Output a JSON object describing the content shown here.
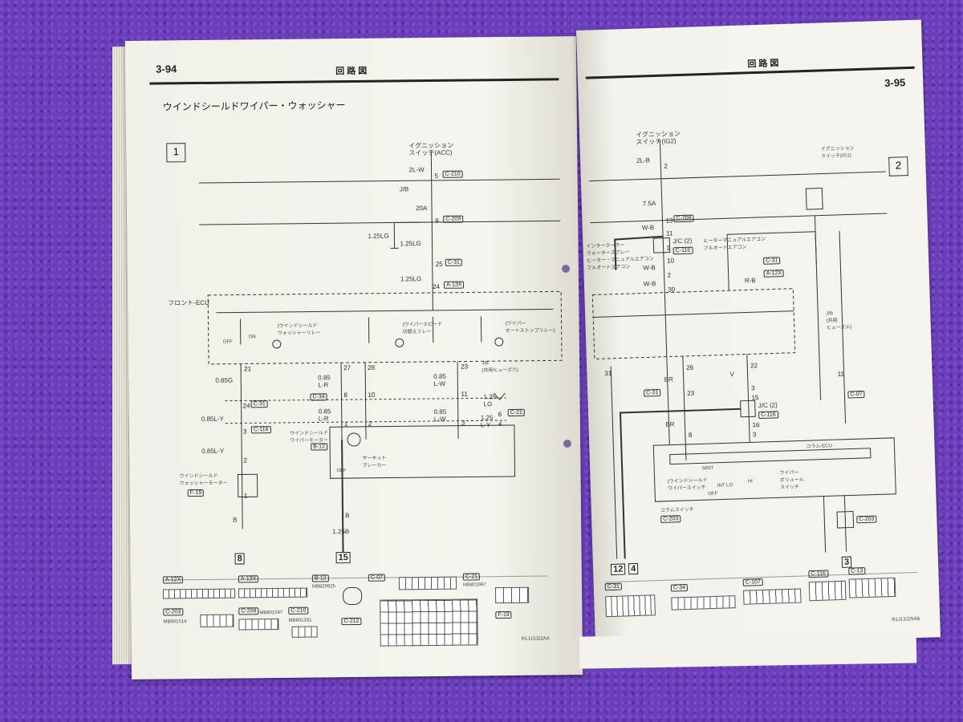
{
  "left_page": {
    "page_number": "3-94",
    "header": "回路図",
    "title": "ウインドシールドワイパー・ウォッシャー",
    "section_box": "1",
    "labels": {
      "ign_switch": "イグニッション\nスイッチ(ACC)",
      "wire_2lw": "2L-W",
      "jb": "J/B",
      "fuse": "20A",
      "wire_125lg_a": "1.25LG",
      "wire_125lg_b": "1.25LG",
      "wire_125lg_c": "1.25LG",
      "front_ecu": "フロント-ECU",
      "washer_relay": "(ウインドシールド\nウォッシャーリレー",
      "wiper_speed": "(ワイパースピード\n切替えリレー",
      "wiper_auto": "(ワイパー\nオートストップリレー)",
      "off": "OFF",
      "on": "ON",
      "wire_085g": "0.85G",
      "wire_085ly_a": "0.85L-Y",
      "wire_085ly_b": "0.85L-Y",
      "wire_085lr_a": "0.85\nL-R",
      "wire_085lr_b": "0.85\nL-R",
      "wire_085lw_a": "0.85\nL-W",
      "wire_085lw_b": "0.85\nL-W",
      "wire_125lg_d": "1.25\nLG",
      "wire_125ly": "1.25\nL-Y",
      "jb_fuse7": "J/B\n(共用ヒューズ⑦)",
      "washer_motor": "ウインドシールド\nウォッシャーモーター",
      "wiper_motor": "ウインドシールド\nワイパーモーター",
      "circuit_breaker": "サーキット\nブレーカー",
      "wire_b_a": "B",
      "wire_b_b": "B",
      "wire_b_c": "B",
      "wire_125b": "1.25B",
      "term8": "8",
      "term15": "15",
      "footer_code": "R1J13J22AA"
    },
    "pins": [
      "5",
      "9",
      "25",
      "24",
      "21",
      "24",
      "3",
      "2",
      "1",
      "27",
      "28",
      "8",
      "10",
      "1",
      "2",
      "23",
      "11",
      "6",
      "3",
      "4"
    ],
    "connectors": {
      "c210": "C-210",
      "c209": "C-209",
      "c31": "C-31",
      "a13x": "A-13X",
      "c31b": "C-31",
      "c116": "C-116",
      "c34": "C-34",
      "c21": "C-21",
      "b12": "B-12",
      "f19": "F-19"
    },
    "legend": {
      "a12x": "A-12X",
      "a13x": "A-13X",
      "b12": "B-12",
      "b12_code": "MB820925",
      "c07": "C-07",
      "c21": "C-21",
      "c21_code": "MB801967",
      "c203": "C-203",
      "c203_code": "MB801514",
      "c209": "C-209",
      "c209_code": "MB801597",
      "c210": "C-210",
      "c210_code": "MB801331",
      "c212": "C-212",
      "f19": "F-19"
    }
  },
  "right_page": {
    "page_number": "3-95",
    "header": "回路図",
    "section_box": "2",
    "labels": {
      "ign_switch": "イグニッション\nスイッチ(IG2)",
      "ign_switch2": "イグニッション\nスイッチ(IG1)",
      "wire_2lb": "2L-B",
      "fuse": "7.5A",
      "wire_wb_a": "W-B",
      "wire_wb_b": "W-B",
      "wire_wb_c": "W-B",
      "jc2": "J/C (2)",
      "heater": "ヒーターマニュアルエアコン\nフルオートエアコン",
      "heater_left": "インタークーラー\nウォータースプレー\nヒーター・マニュアルエアコン\nフルオートエアコン",
      "wire_rb": "R-B",
      "wire_br_a": "BR",
      "wire_br_b": "BR",
      "wire_v": "V",
      "jb2": "J/B\n(共用\nヒューズ⑥)",
      "column_switch": "コラムスイッチ",
      "column_ecu": "コラム-ECU",
      "wiper_washer_sw": "(ウインドシールド\nワイパースイッチ",
      "mist": "MIST",
      "int_lo": "INT LO",
      "hi": "HI",
      "off": "OFF",
      "wiper_volume": "ワイパー\nボリューム\nスイッチ",
      "term12": "12",
      "term4": "4",
      "term3": "3",
      "footer_code": "R1J13J25AB"
    },
    "pins": [
      "2",
      "13",
      "11",
      "1",
      "10",
      "2",
      "30",
      "26",
      "23",
      "8",
      "22",
      "3",
      "15",
      "16",
      "3",
      "31",
      "11"
    ],
    "connectors": {
      "c209": "C-209",
      "c116": "C-116",
      "c31a": "C-31",
      "a12x": "A-12X",
      "c31b": "C-31",
      "c116b": "C-116",
      "c203": "C-203",
      "c07": "C-07",
      "c203b": "C-203"
    },
    "legend": {
      "c31": "C-31",
      "c34": "C-34",
      "c107": "C-107",
      "c116": "C-116",
      "c13": "C-13"
    }
  }
}
